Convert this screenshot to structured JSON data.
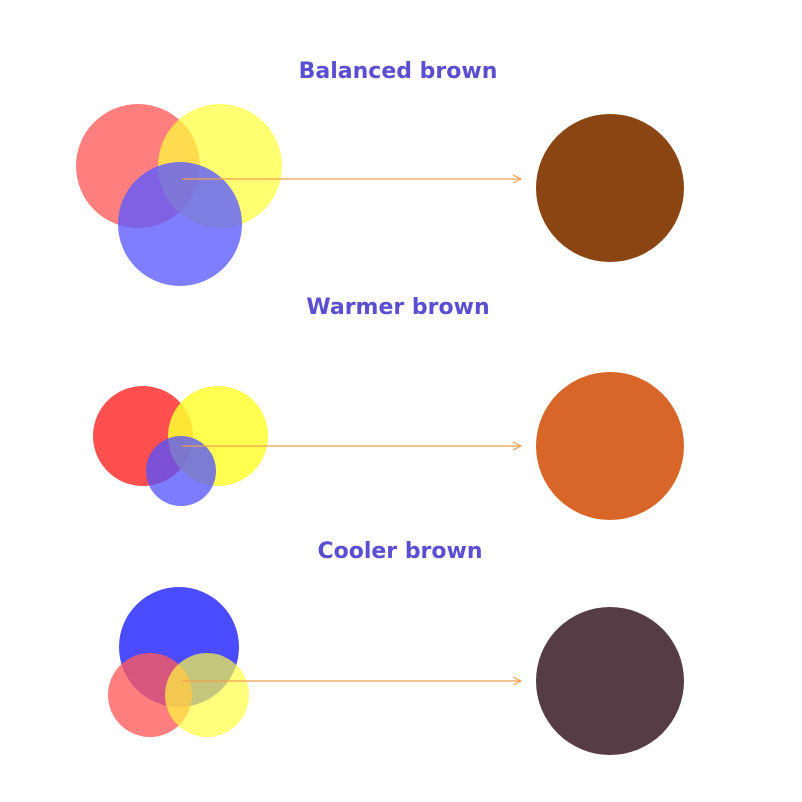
{
  "colors": {
    "title": "#5a4fd0",
    "arrow": "#f0a050",
    "red": "#ff5a5a",
    "yellow": "#ffff3c",
    "blue": "#5a5aff"
  },
  "rows": [
    {
      "title": "Balanced brown",
      "result_color": "#8b4513",
      "circles": [
        {
          "name": "red-circle",
          "color": "#ff5a5a",
          "opacity": 0.78
        },
        {
          "name": "yellow-circle",
          "color": "#ffff3c",
          "opacity": 0.72
        },
        {
          "name": "blue-circle",
          "color": "#5a5aff",
          "opacity": 0.78
        }
      ]
    },
    {
      "title": "Warmer brown",
      "result_color": "#d76628",
      "circles": [
        {
          "name": "red-circle",
          "color": "#ff3c3c",
          "opacity": 0.9
        },
        {
          "name": "yellow-circle",
          "color": "#ffff30",
          "opacity": 0.85
        },
        {
          "name": "blue-circle",
          "color": "#5050ff",
          "opacity": 0.75
        }
      ]
    },
    {
      "title": "Cooler brown",
      "result_color": "#563d45",
      "circles": [
        {
          "name": "blue-circle",
          "color": "#3c3cff",
          "opacity": 0.92
        },
        {
          "name": "red-circle",
          "color": "#ff5a5a",
          "opacity": 0.78
        },
        {
          "name": "yellow-circle",
          "color": "#ffff3c",
          "opacity": 0.68
        }
      ]
    }
  ]
}
